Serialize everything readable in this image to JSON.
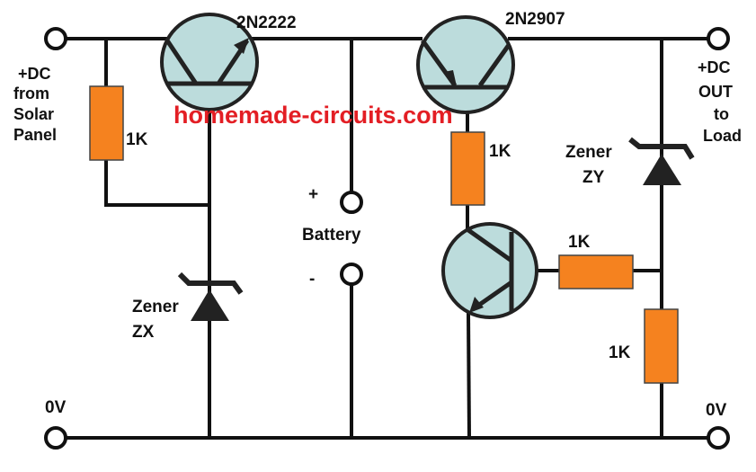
{
  "colors": {
    "wire": "#111111",
    "transistor_fill": "#bcdcdc",
    "resistor_fill": "#f5821f",
    "watermark": "#e31e24"
  },
  "watermark": "homemade-circuits.com",
  "inputs": {
    "solar": [
      "+DC",
      "from",
      "Solar",
      "Panel"
    ],
    "ground_left": "0V"
  },
  "outputs": {
    "load": [
      "+DC",
      "OUT",
      "to",
      "Load"
    ],
    "ground_right": "0V"
  },
  "battery": {
    "label": "Battery",
    "plus": "+",
    "minus": "-"
  },
  "transistors": {
    "q1": {
      "part": "2N2222",
      "type": "NPN"
    },
    "q2": {
      "part": "2N2907",
      "type": "PNP"
    },
    "q3": {
      "part": "",
      "type": "NPN"
    }
  },
  "resistors": {
    "r1": "1K",
    "r2": "1K",
    "r3": "1K",
    "r4": "1K"
  },
  "zeners": {
    "zx": [
      "Zener",
      "ZX"
    ],
    "zy": [
      "Zener",
      "ZY"
    ]
  }
}
